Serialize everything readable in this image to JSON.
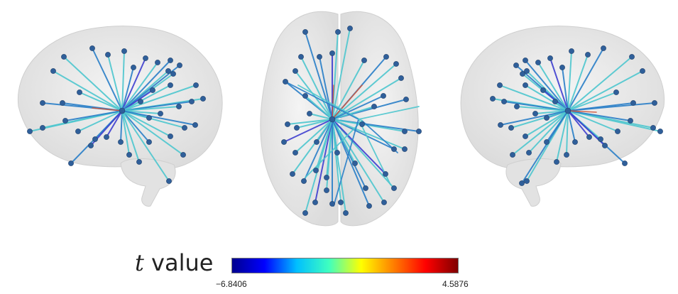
{
  "colorbar": {
    "label_var": "t",
    "label_word": " value",
    "min_label": "−6.8406",
    "max_label": "4.5876",
    "colors": [
      "#00008f",
      "#0000ff",
      "#00bfff",
      "#3fffbf",
      "#ffff00",
      "#ff7f00",
      "#ff0000",
      "#7f0000"
    ]
  },
  "network": {
    "node_color": "#2f5f9a",
    "edge_colors": {
      "negative_strong": "#3f3fd0",
      "negative": "#2a7fc8",
      "weak": "#4ec7cf",
      "positive": "#d0553a"
    }
  },
  "views": [
    {
      "id": "left-lateral",
      "hub": "left-sagittal-hub"
    },
    {
      "id": "axial",
      "hub": "axial-hub"
    },
    {
      "id": "right-lateral",
      "hub": "right-sagittal-hub"
    }
  ]
}
